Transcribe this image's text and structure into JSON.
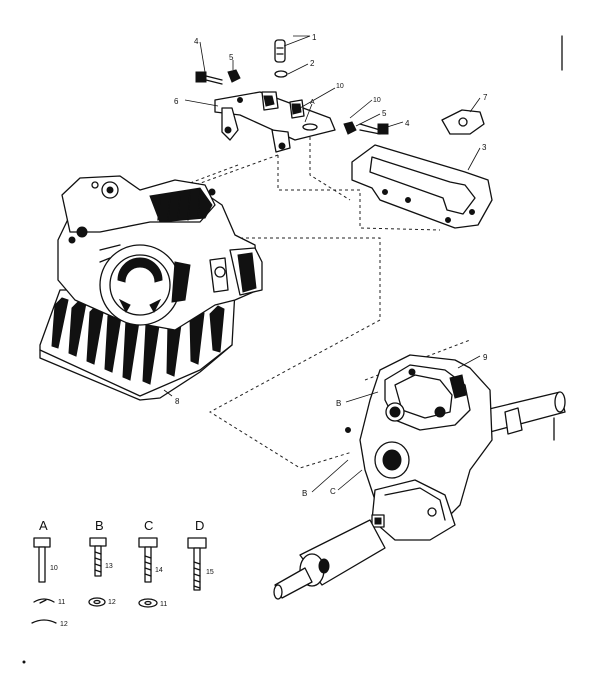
{
  "callouts": {
    "c1": "1",
    "c2": "2",
    "c3": "3",
    "c4a": "4",
    "c4b": "4",
    "c5a": "5",
    "c5b": "5",
    "c6": "6",
    "c7": "7",
    "c8": "8",
    "c9": "9",
    "c10a": "10",
    "c10b": "10",
    "cA": "A"
  },
  "letters": {
    "b1": "B",
    "b2": "B",
    "c": "C"
  },
  "hardware": {
    "a": {
      "letter": "A",
      "bolt": "10",
      "washer": "11",
      "nut": "12"
    },
    "b": {
      "letter": "B",
      "bolt": "13",
      "washer": "12"
    },
    "c": {
      "letter": "C",
      "bolt": "14",
      "washer": "11"
    },
    "d": {
      "letter": "D",
      "bolt": "15"
    }
  },
  "icons": [
    "engine-assembly",
    "transaxle-assembly",
    "shift-bracket",
    "shift-plate",
    "bolt",
    "lock-washer",
    "hex-nut"
  ]
}
